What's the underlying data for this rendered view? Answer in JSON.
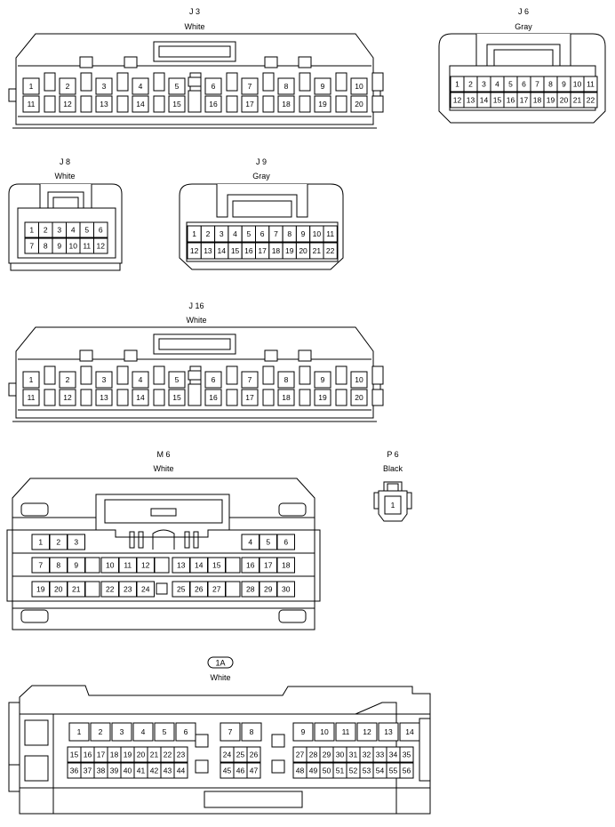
{
  "connectors": {
    "j3": {
      "name": "J 3",
      "color": "White"
    },
    "j6": {
      "name": "J 6",
      "color": "Gray"
    },
    "j8": {
      "name": "J 8",
      "color": "White"
    },
    "j9": {
      "name": "J 9",
      "color": "Gray"
    },
    "j16": {
      "name": "J 16",
      "color": "White"
    },
    "m6": {
      "name": "M 6",
      "color": "White"
    },
    "p6": {
      "name": "P 6",
      "color": "Black"
    },
    "c1a": {
      "name": "1A",
      "color": "White"
    }
  },
  "pins": {
    "j3_top": [
      "1",
      "2",
      "3",
      "4",
      "5",
      "6",
      "7",
      "8",
      "9",
      "10"
    ],
    "j3_bottom": [
      "11",
      "12",
      "13",
      "14",
      "15",
      "16",
      "17",
      "18",
      "19",
      "20"
    ],
    "j6_top": [
      "1",
      "2",
      "3",
      "4",
      "5",
      "6",
      "7",
      "8",
      "9",
      "10",
      "11"
    ],
    "j6_bottom": [
      "12",
      "13",
      "14",
      "15",
      "16",
      "17",
      "18",
      "19",
      "20",
      "21",
      "22"
    ],
    "j8_top": [
      "1",
      "2",
      "3",
      "4",
      "5",
      "6"
    ],
    "j8_bottom": [
      "7",
      "8",
      "9",
      "10",
      "11",
      "12"
    ],
    "j9_top": [
      "1",
      "2",
      "3",
      "4",
      "5",
      "6",
      "7",
      "8",
      "9",
      "10",
      "11"
    ],
    "j9_bottom": [
      "12",
      "13",
      "14",
      "15",
      "16",
      "17",
      "18",
      "19",
      "20",
      "21",
      "22"
    ],
    "j16_top": [
      "1",
      "2",
      "3",
      "4",
      "5",
      "6",
      "7",
      "8",
      "9",
      "10"
    ],
    "j16_bottom": [
      "11",
      "12",
      "13",
      "14",
      "15",
      "16",
      "17",
      "18",
      "19",
      "20"
    ],
    "m6_row1_left": [
      "1",
      "2",
      "3"
    ],
    "m6_row1_right": [
      "4",
      "5",
      "6"
    ],
    "m6_row2": [
      "7",
      "8",
      "9",
      "10",
      "11",
      "12",
      "13",
      "14",
      "15",
      "16",
      "17",
      "18"
    ],
    "m6_row3": [
      "19",
      "20",
      "21",
      "22",
      "23",
      "24",
      "25",
      "26",
      "27",
      "28",
      "29",
      "30"
    ],
    "p6": [
      "1"
    ],
    "c1a_row1_a": [
      "1",
      "2",
      "3",
      "4",
      "5",
      "6"
    ],
    "c1a_row1_b": [
      "7",
      "8"
    ],
    "c1a_row1_c": [
      "9",
      "10",
      "11",
      "12",
      "13",
      "14"
    ],
    "c1a_row2_a": [
      "15",
      "16",
      "17",
      "18",
      "19",
      "20",
      "21",
      "22",
      "23"
    ],
    "c1a_row2_b": [
      "24",
      "25",
      "26"
    ],
    "c1a_row2_c": [
      "27",
      "28",
      "29",
      "30",
      "31",
      "32",
      "33",
      "34",
      "35"
    ],
    "c1a_row3_a": [
      "36",
      "37",
      "38",
      "39",
      "40",
      "41",
      "42",
      "43",
      "44"
    ],
    "c1a_row3_b": [
      "45",
      "46",
      "47"
    ],
    "c1a_row3_c": [
      "48",
      "49",
      "50",
      "51",
      "52",
      "53",
      "54",
      "55",
      "56"
    ]
  }
}
